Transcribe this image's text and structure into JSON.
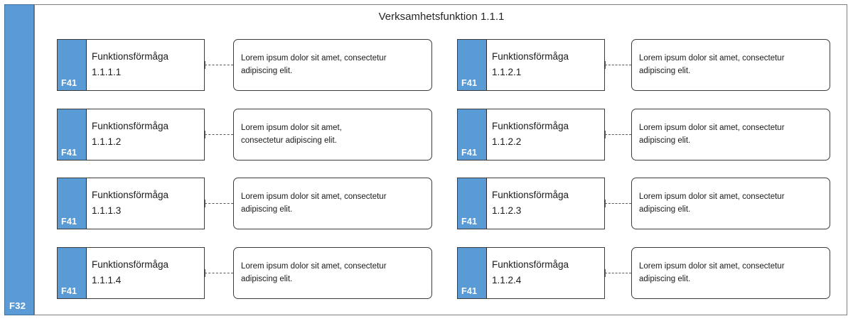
{
  "diagram": {
    "title": "Verksamhetsfunktion 1.1.1",
    "sidebar_tag": "F32",
    "accent_color": "#5B9BD5",
    "border_color": "#3b3b3b",
    "frame_color": "#7f7f7f"
  },
  "columns": [
    {
      "id": "left-column",
      "items": [
        {
          "tag": "F41",
          "label_line1": "Funktionsförmåga",
          "label_line2": "1.1.1.1",
          "note_line1": "Lorem ipsum dolor sit amet, consectetur",
          "note_line2": "adipiscing elit."
        },
        {
          "tag": "F41",
          "label_line1": "Funktionsförmåga",
          "label_line2": "1.1.1.2",
          "note_line1": "Lorem ipsum dolor sit amet,",
          "note_line2": "consectetur adipiscing elit."
        },
        {
          "tag": "F41",
          "label_line1": "Funktionsförmåga",
          "label_line2": "1.1.1.3",
          "note_line1": "Lorem ipsum dolor sit amet, consectetur",
          "note_line2": "adipiscing elit."
        },
        {
          "tag": "F41",
          "label_line1": "Funktionsförmåga",
          "label_line2": "1.1.1.4",
          "note_line1": "Lorem ipsum dolor sit amet, consectetur",
          "note_line2": "adipiscing elit."
        }
      ]
    },
    {
      "id": "right-column",
      "items": [
        {
          "tag": "F41",
          "label_line1": "Funktionsförmåga",
          "label_line2": "1.1.2.1",
          "note_line1": "Lorem ipsum dolor sit amet, consectetur",
          "note_line2": "adipiscing elit."
        },
        {
          "tag": "F41",
          "label_line1": "Funktionsförmåga",
          "label_line2": "1.1.2.2",
          "note_line1": "Lorem ipsum dolor sit amet, consectetur",
          "note_line2": "adipiscing elit."
        },
        {
          "tag": "F41",
          "label_line1": "Funktionsförmåga",
          "label_line2": "1.1.2.3",
          "note_line1": "Lorem ipsum dolor sit amet, consectetur",
          "note_line2": "adipiscing elit."
        },
        {
          "tag": "F41",
          "label_line1": "Funktionsförmåga",
          "label_line2": "1.1.2.4",
          "note_line1": "Lorem ipsum dolor sit amet, consectetur",
          "note_line2": "adipiscing elit."
        }
      ]
    }
  ]
}
